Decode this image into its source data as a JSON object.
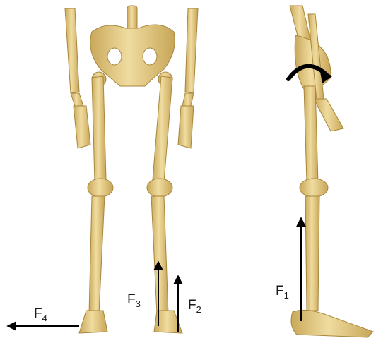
{
  "colors": {
    "bone": "#e8cf8c",
    "bone_shade": "#c9a95a",
    "bone_dark": "#a8863c",
    "arrow": "#000000",
    "background": "#ffffff"
  },
  "forces": {
    "f1": {
      "letter": "F",
      "index": "1"
    },
    "f2": {
      "letter": "F",
      "index": "2"
    },
    "f3": {
      "letter": "F",
      "index": "3"
    },
    "f4": {
      "letter": "F",
      "index": "4"
    }
  },
  "icons": {
    "rotation": "curved-arrow-icon"
  }
}
